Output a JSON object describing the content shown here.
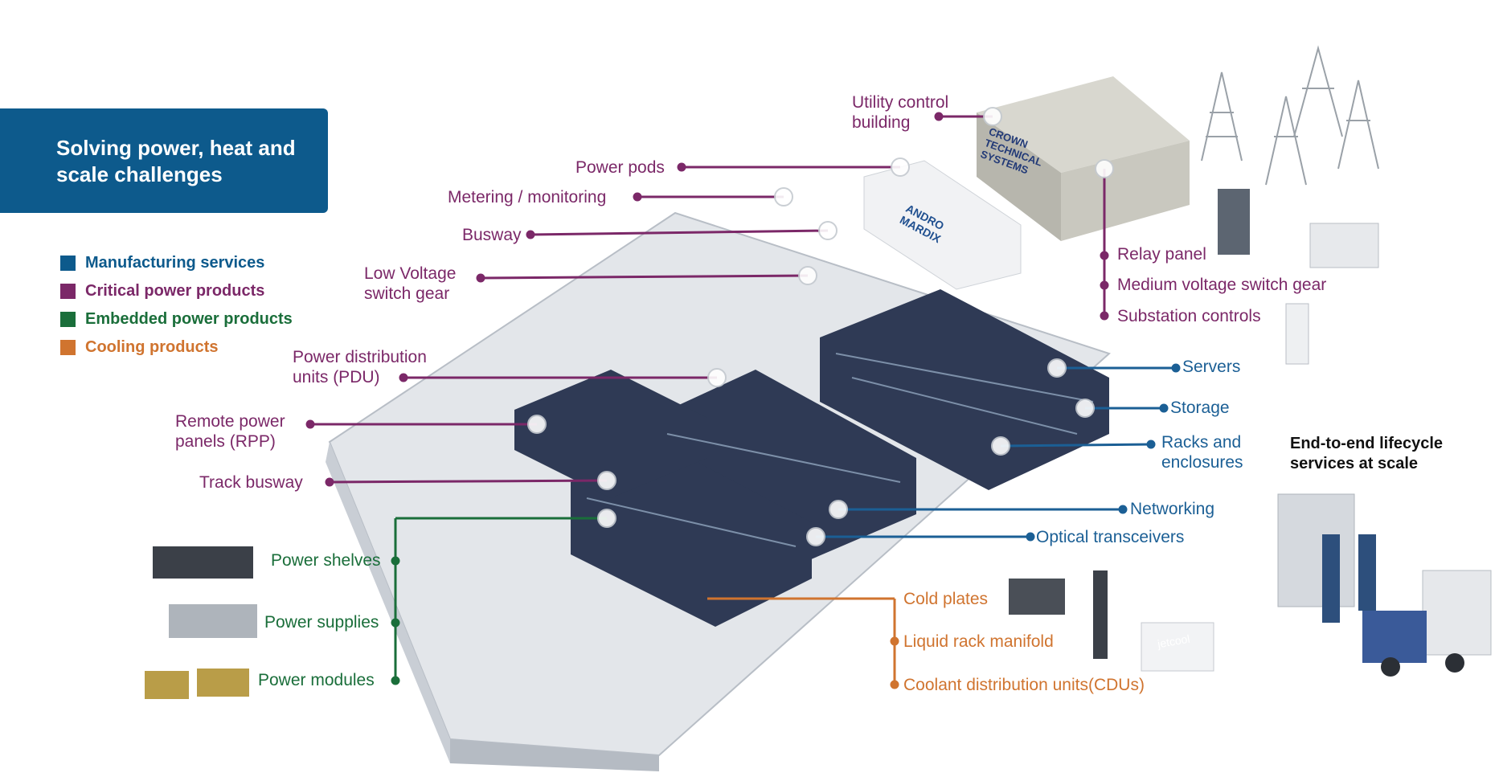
{
  "title": "Solving power, heat and scale challenges",
  "legend": [
    {
      "label": "Manufacturing services",
      "color": "#0d5a8c"
    },
    {
      "label": "Critical power products",
      "color": "#7b2868"
    },
    {
      "label": "Embedded power products",
      "color": "#1a6e3a"
    },
    {
      "label": "Cooling products",
      "color": "#d0742f"
    }
  ],
  "labels": {
    "utility_control_building": "Utility control building",
    "power_pods": "Power pods",
    "metering_monitoring": "Metering / monitoring",
    "busway": "Busway",
    "low_voltage_switch_gear": "Low Voltage switch gear",
    "pdu": "Power distribution units (PDU)",
    "rpp": "Remote power panels (RPP)",
    "track_busway": "Track busway",
    "relay_panel": "Relay panel",
    "medium_voltage_switch_gear": "Medium voltage switch gear",
    "substation_controls": "Substation controls",
    "servers": "Servers",
    "storage": "Storage",
    "racks_enclosures": "Racks and enclosures",
    "networking": "Networking",
    "optical_transceivers": "Optical transceivers",
    "power_shelves": "Power shelves",
    "power_supplies": "Power supplies",
    "power_modules": "Power modules",
    "cold_plates": "Cold plates",
    "liquid_rack_manifold": "Liquid rack manifold",
    "cdus": "Coolant distribution units(CDUs)",
    "lifecycle": "End-to-end lifecycle services at scale"
  },
  "logos": {
    "crown": "CROWN TECHNICAL SYSTEMS",
    "andro": "ANDRO MARDIX",
    "jetcool": "jetcool"
  },
  "colors": {
    "manufacturing": "#1b5f95",
    "critical_power": "#7b2868",
    "embedded_power": "#1a6e3a",
    "cooling": "#d0742f"
  }
}
